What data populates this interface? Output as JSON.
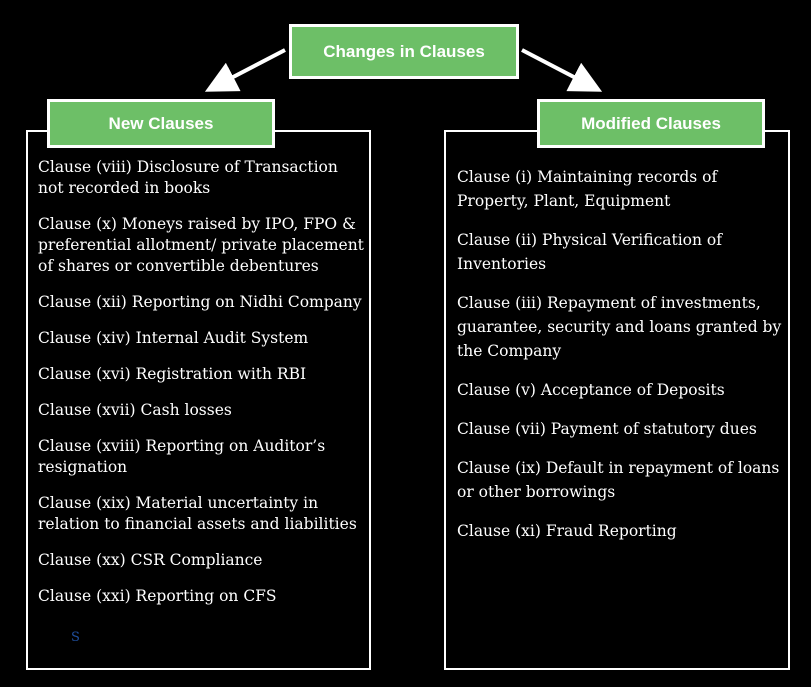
{
  "title": "Changes in Clauses",
  "left": {
    "heading": "New Clauses",
    "items": [
      "Clause (viii) Disclosure of Transaction not recorded in books",
      "Clause (x) Moneys raised by IPO, FPO & preferential allotment/ private placement of shares or convertible debentures",
      "Clause (xii) Reporting on Nidhi Company",
      "Clause (xiv) Internal Audit System",
      "Clause (xvi) Registration with RBI",
      "Clause (xvii) Cash losses",
      "Clause (xviii) Reporting on Auditor’s resignation",
      "Clause (xix) Material uncertainty in relation to financial assets and liabilities",
      "Clause (xx) CSR Compliance",
      "Clause (xxi) Reporting on CFS"
    ],
    "stray_mark": "S"
  },
  "right": {
    "heading": "Modified Clauses",
    "items": [
      "Clause (i) Maintaining records of Property, Plant, Equipment",
      "Clause (ii) Physical Verification of Inventories",
      "Clause (iii) Repayment of investments, guarantee, security and loans granted by the Company",
      "Clause (v) Acceptance of Deposits",
      "Clause (vii) Payment of statutory dues",
      "Clause (ix) Default in repayment of loans or other borrowings",
      "Clause (xi) Fraud Reporting"
    ]
  },
  "colors": {
    "background": "#000000",
    "box_fill": "#6dbf67",
    "border": "#ffffff",
    "stray_mark": "#1f4e9c"
  }
}
